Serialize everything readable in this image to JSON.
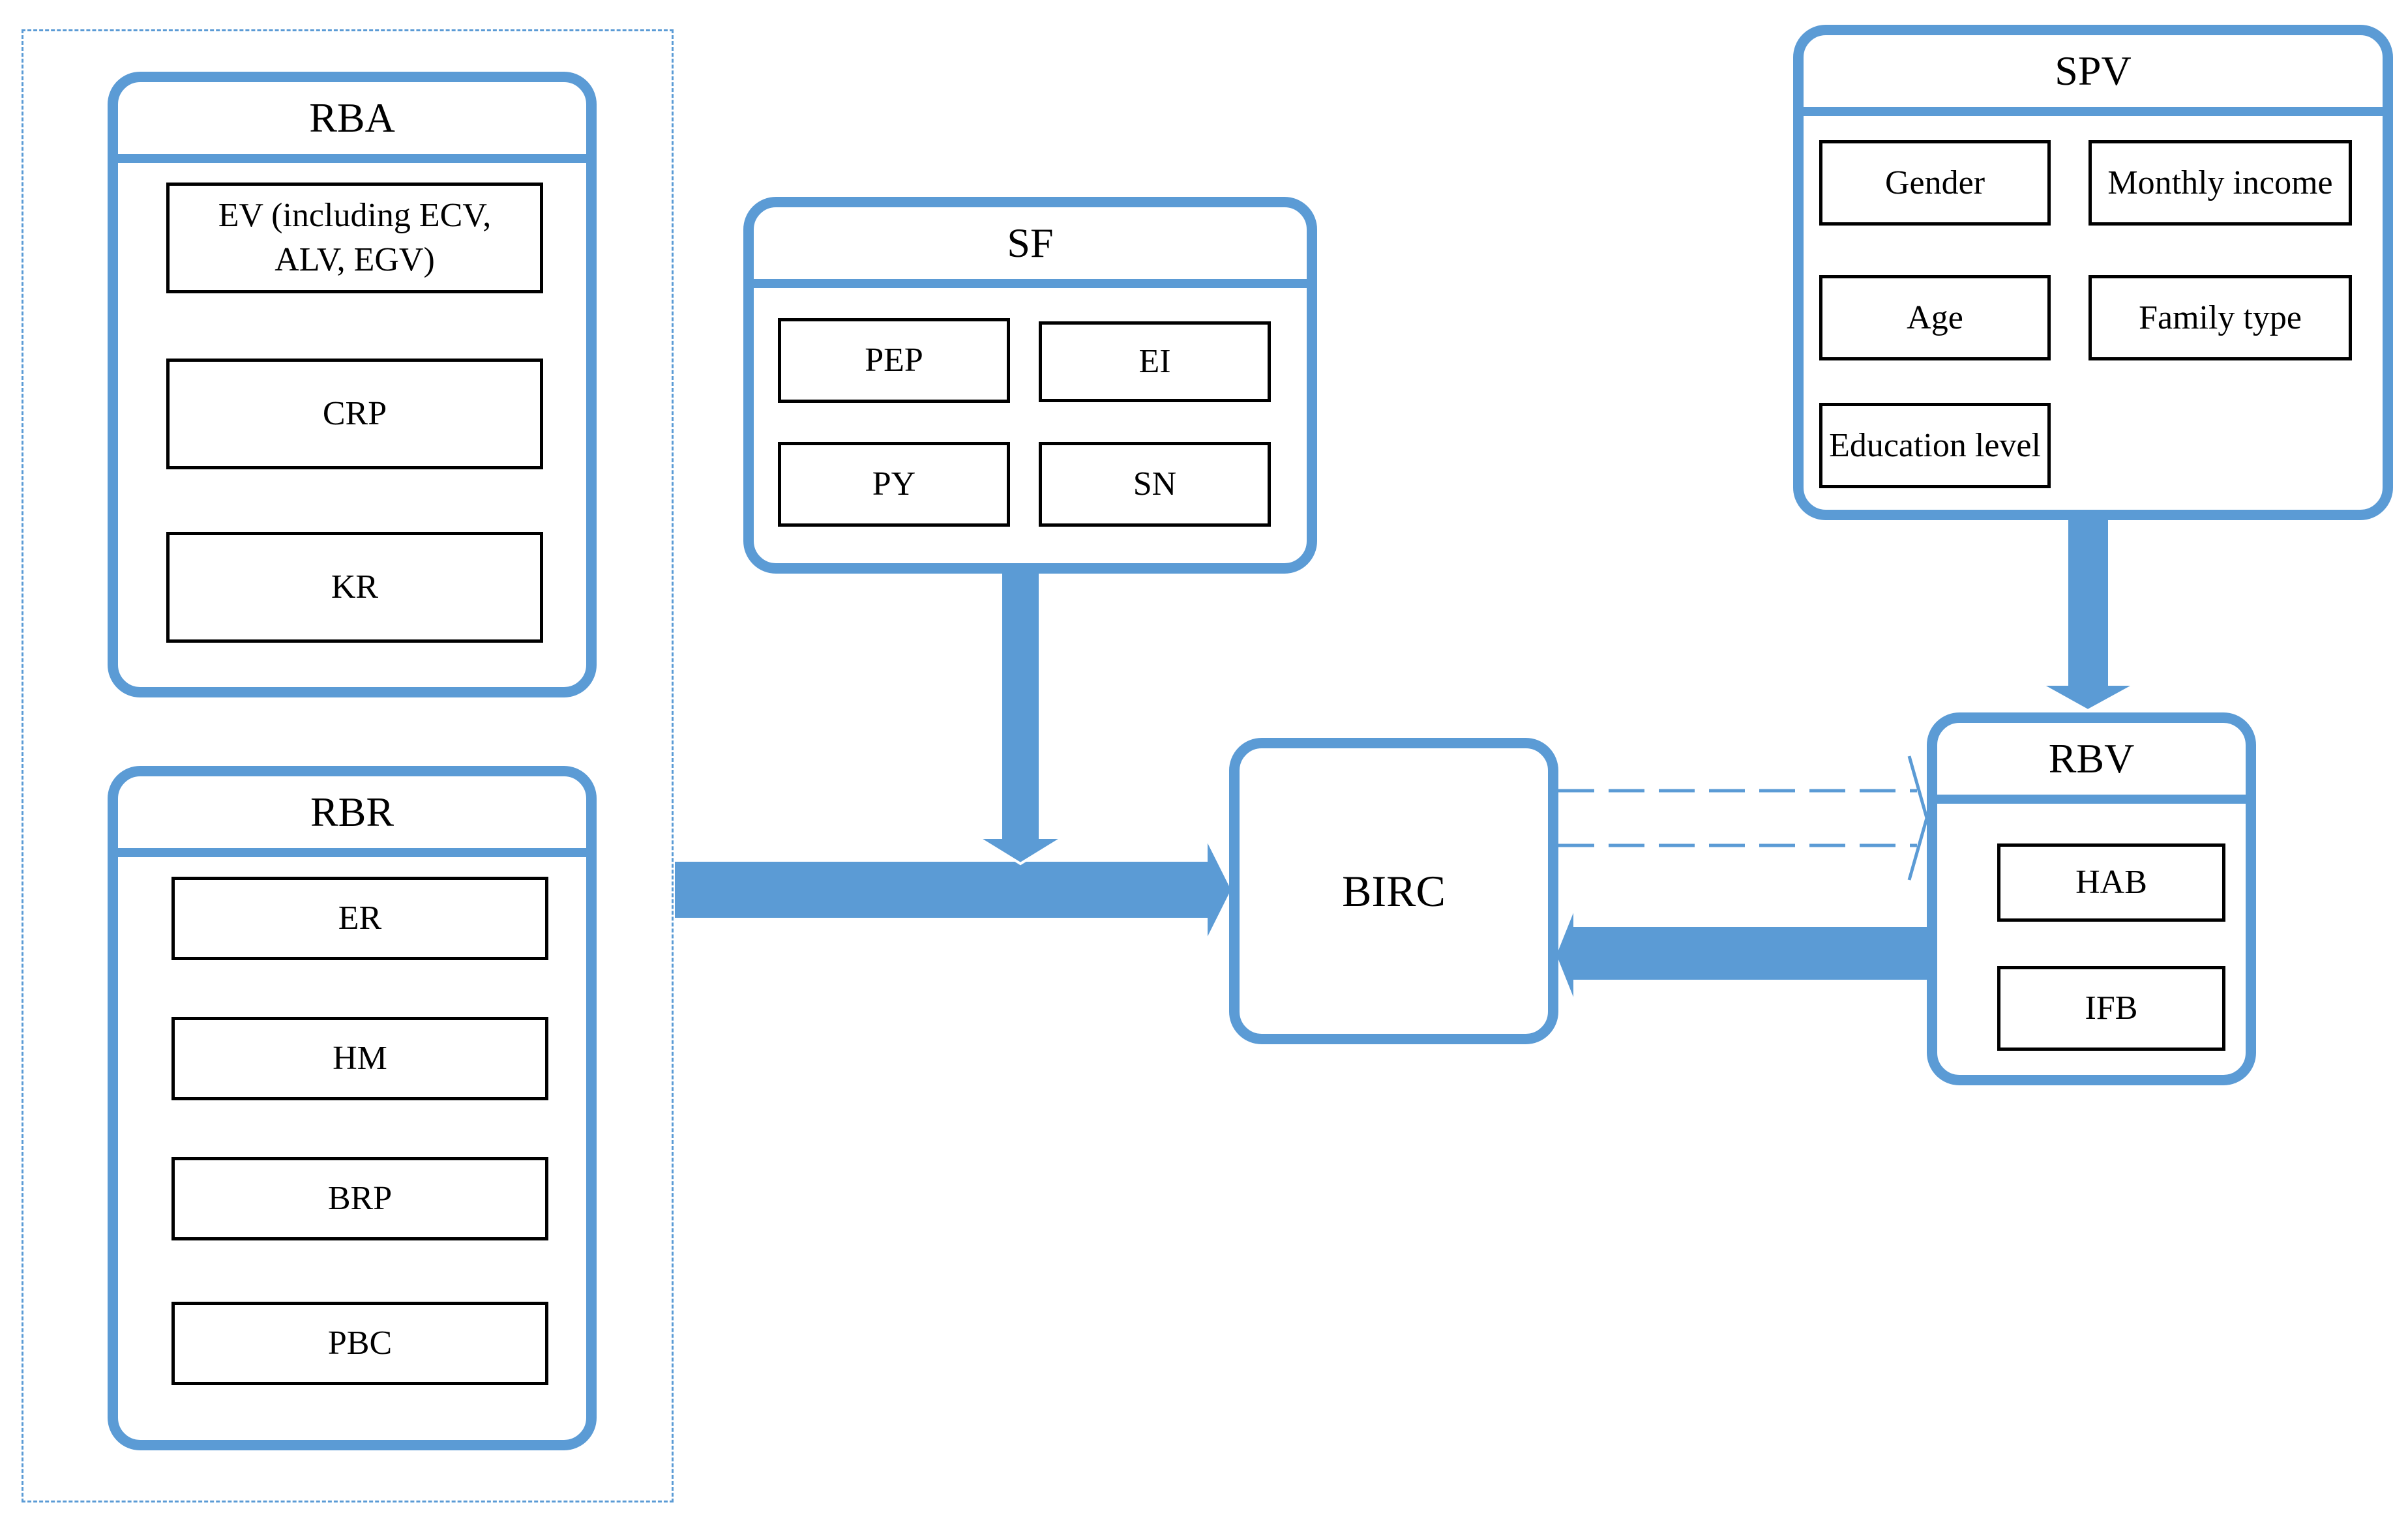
{
  "rba": {
    "title": "RBA",
    "items": [
      "EV (including ECV, ALV, EGV)",
      "CRP",
      "KR"
    ]
  },
  "rbr": {
    "title": "RBR",
    "items": [
      "ER",
      "HM",
      "BRP",
      "PBC"
    ]
  },
  "sf": {
    "title": "SF",
    "items": [
      "PEP",
      "EI",
      "PY",
      "SN"
    ]
  },
  "spv": {
    "title": "SPV",
    "items": [
      "Gender",
      "Monthly income",
      "Age",
      "Family type",
      "Education level"
    ]
  },
  "rbv": {
    "title": "RBV",
    "items": [
      "HAB",
      "IFB"
    ]
  },
  "center": {
    "label": "BIRC"
  },
  "colors": {
    "accent": "#5b9bd5",
    "box_border": "#000000"
  }
}
